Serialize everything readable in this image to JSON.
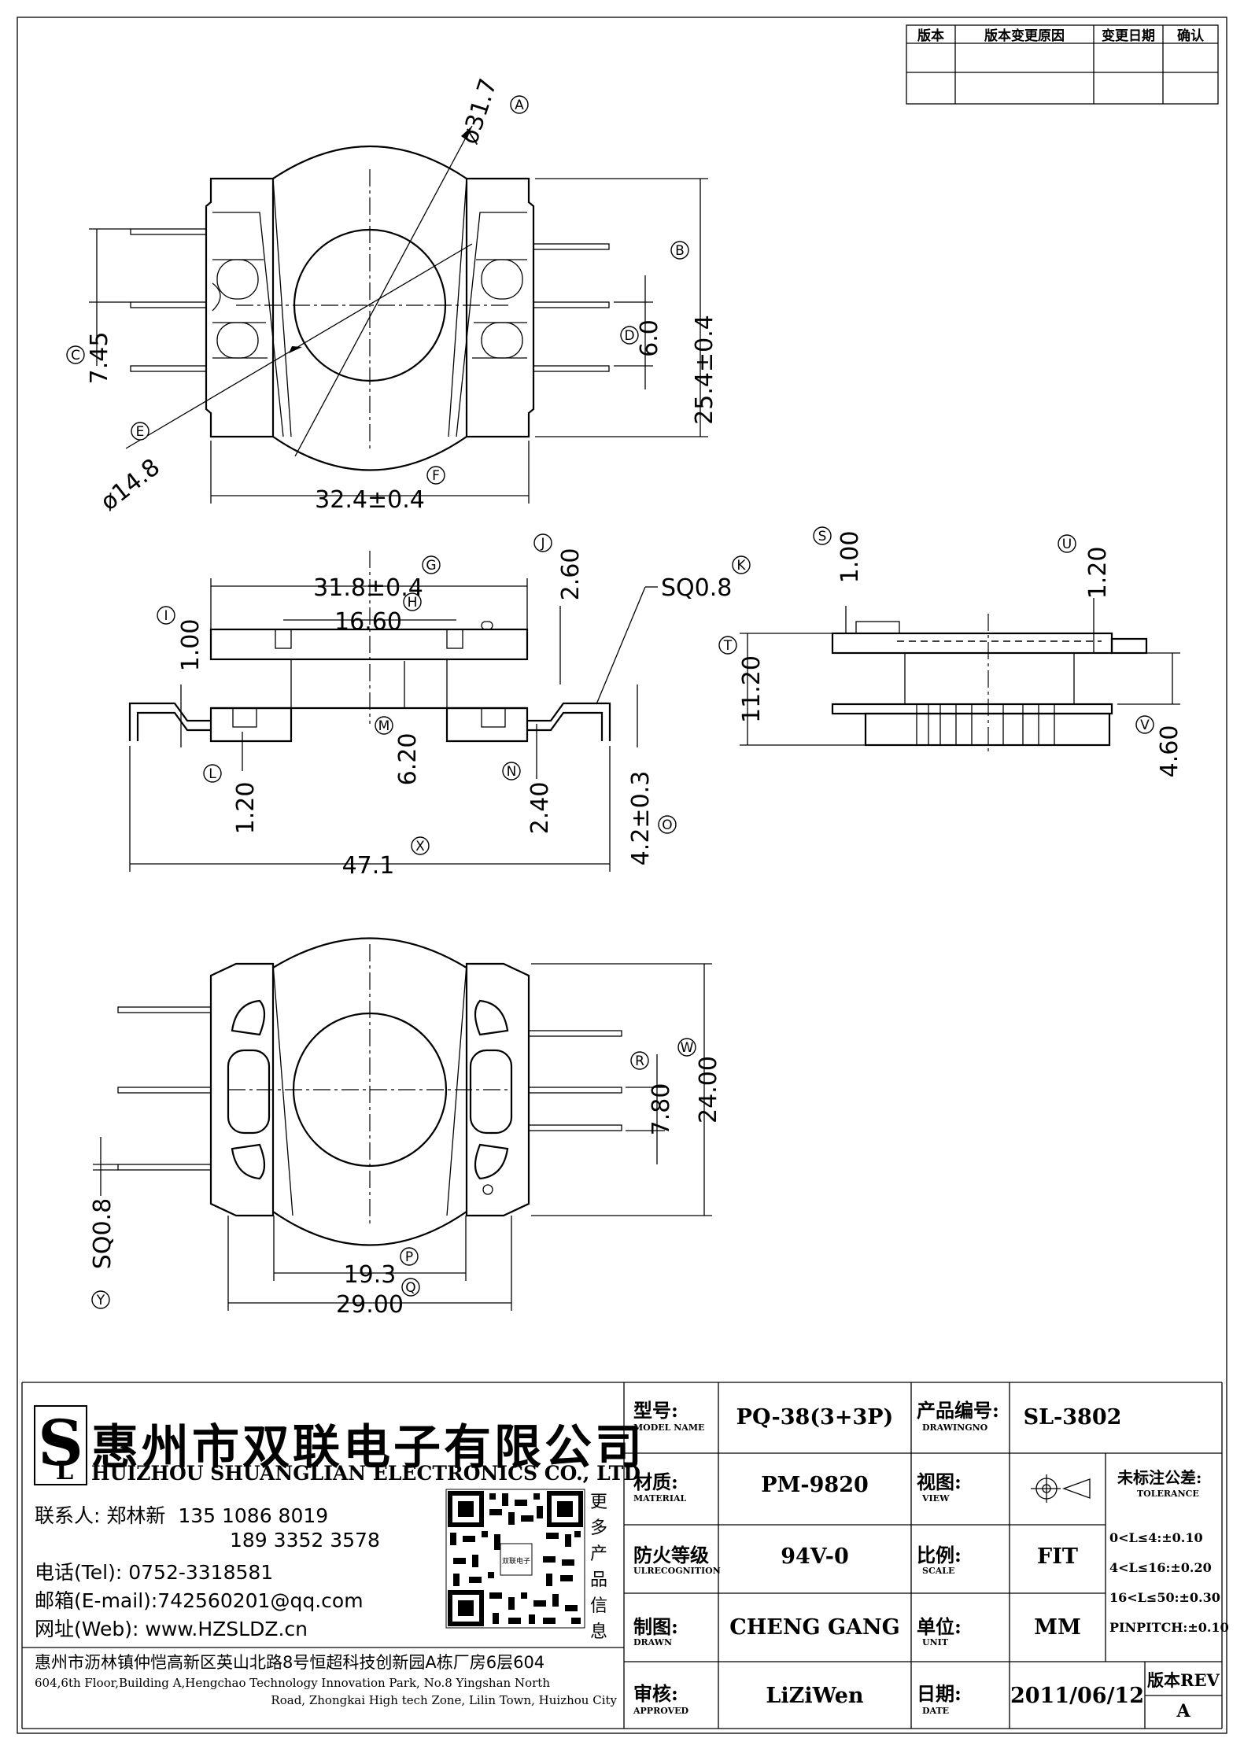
{
  "revision_table": {
    "headers": [
      "版本",
      "版本变更原因",
      "变更日期",
      "确认"
    ]
  },
  "dimensions": {
    "top_view": {
      "d_outer": "ø31.7",
      "height": "25.4±0.4",
      "d_inner": "ø14.8",
      "width": "32.4±0.4",
      "pin_pitch": "7.45",
      "pin_offset": "6.0"
    },
    "side_view": {
      "width": "31.8±0.4",
      "slot": "16.60",
      "flange": "1.00",
      "height_a": "2.60",
      "sq": "SQ0.8",
      "core_h": "6.20",
      "pin_t": "1.20",
      "pin_gap": "2.40",
      "pin_len": "4.2±0.3",
      "span": "47.1"
    },
    "end_view": {
      "flange_t": "1.00",
      "top_t": "1.20",
      "total_h": "11.20",
      "lower_h": "4.60"
    },
    "bottom_view": {
      "window": "7.80",
      "height": "24.00",
      "inner_w": "19.3",
      "outer_w": "29.00",
      "sq": "SQ0.8"
    }
  },
  "balloons": [
    "A",
    "B",
    "C",
    "D",
    "E",
    "F",
    "G",
    "H",
    "I",
    "J",
    "K",
    "L",
    "M",
    "N",
    "O",
    "P",
    "Q",
    "R",
    "S",
    "T",
    "U",
    "V",
    "W",
    "X",
    "Y"
  ],
  "company": {
    "name_cn": "惠州市双联电子有限公司",
    "name_en": "HUIZHOU SHUANGLIAN ELECTRONICS CO., LTD",
    "contact_label": "联系人:",
    "contact_name": "郑林新",
    "phone1": "135 1086 8019",
    "phone2": "189 3352 3578",
    "tel": "电话(Tel): 0752-3318581",
    "email": "邮箱(E-mail):742560201@qq.com",
    "web": "网址(Web): www.HZSLDZ.cn",
    "qr_caption": "更多产品信息",
    "qr_center": "双联电子",
    "address_cn": "惠州市沥林镇仲恺高新区英山北路8号恒超科技创新园A栋厂房6层604",
    "address_en_1": "604,6th Floor,Building A,Hengchao Technology Innovation Park, No.8 Yingshan North",
    "address_en_2": "Road, Zhongkai High tech Zone, Lilin Town, Huizhou City"
  },
  "title_block": {
    "model_label": "型号:",
    "model_sub": "MODEL NAME",
    "model_value": "PQ-38(3+3P)",
    "drawing_label": "产品编号:",
    "drawing_sub": "DRAWINGNO",
    "drawing_value": "SL-3802",
    "material_label": "材质:",
    "material_sub": "MATERIAL",
    "material_value": "PM-9820",
    "view_label": "视图:",
    "view_sub": "VIEW",
    "tolerance_label": "未标注公差:",
    "tolerance_sub": "TOLERANCE",
    "tolerances": [
      "0<L≤4:±0.10",
      "4<L≤16:±0.20",
      "16<L≤50:±0.30",
      "PINPITCH:±0.10"
    ],
    "fire_label": "防火等级",
    "fire_sub": "ULRECOGNITION",
    "fire_value": "94V-0",
    "scale_label": "比例:",
    "scale_sub": "SCALE",
    "scale_value": "FIT",
    "drawn_label": "制图:",
    "drawn_sub": "DRAWN",
    "drawn_value": "CHENG GANG",
    "unit_label": "单位:",
    "unit_sub": "UNIT",
    "unit_value": "MM",
    "approved_label": "审核:",
    "approved_sub": "APPROVED",
    "approved_value": "LiZiWen",
    "date_label": "日期:",
    "date_sub": "DATE",
    "date_value": "2011/06/12",
    "rev_label": "版本REV",
    "rev_value": "A"
  }
}
